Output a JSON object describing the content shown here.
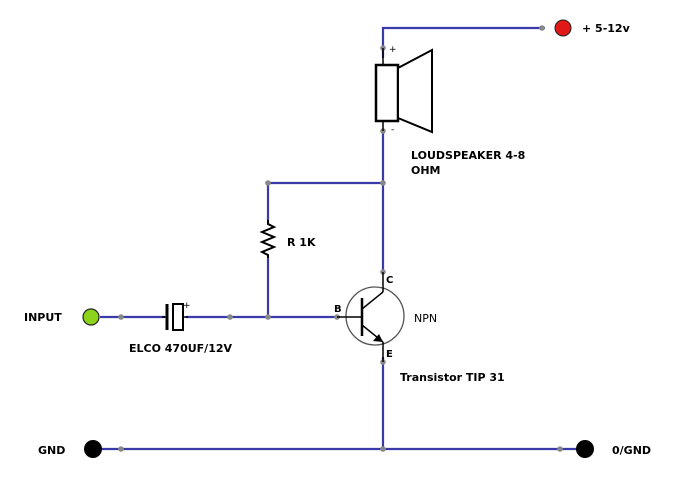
{
  "labels": {
    "supply": "+ 5-12v",
    "speaker_line1": "LOUDSPEAKER 4-8",
    "speaker_line2": "OHM",
    "resistor": "R 1K",
    "input": "INPUT",
    "capacitor": "ELCO 470UF/12V",
    "transistor_type": "NPN",
    "transistor_name": "Transistor TIP 31",
    "gnd_left": "GND",
    "gnd_right": "0/GND",
    "pin_base": "B",
    "pin_collector": "C",
    "pin_emitter": "E",
    "speaker_plus": "+",
    "speaker_minus": "-",
    "cap_plus": "+"
  },
  "colors": {
    "wire": "#3a3aa8",
    "supply_terminal": "#e01818",
    "input_terminal": "#8cd41c",
    "ground_terminal": "#000000",
    "junction": "#888888"
  }
}
